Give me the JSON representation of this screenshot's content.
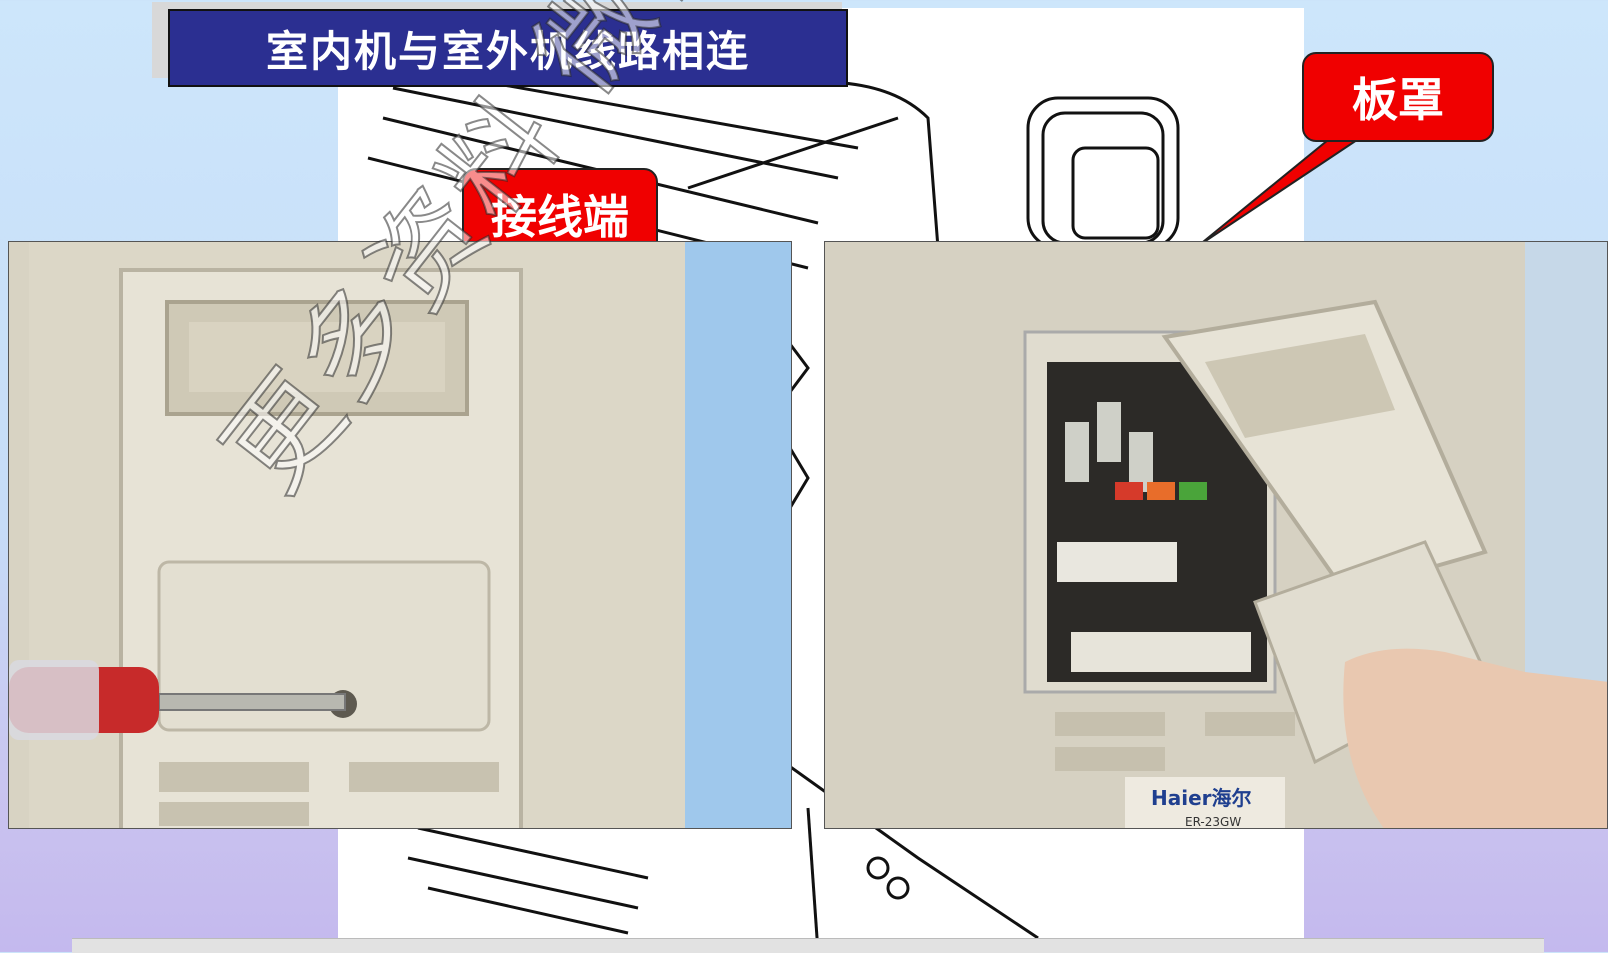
{
  "slide": {
    "title": "室内机与室外机线路相连",
    "callout_terminal": "接线端",
    "callout_cover": "板罩",
    "photo_right_brand": "Haier海尔",
    "photo_right_model": "ER-23GW",
    "watermark": "更多资料 微信搜索蓝领星球"
  },
  "colors": {
    "title_background": "#2b2f91",
    "callout_red": "#f00000"
  }
}
